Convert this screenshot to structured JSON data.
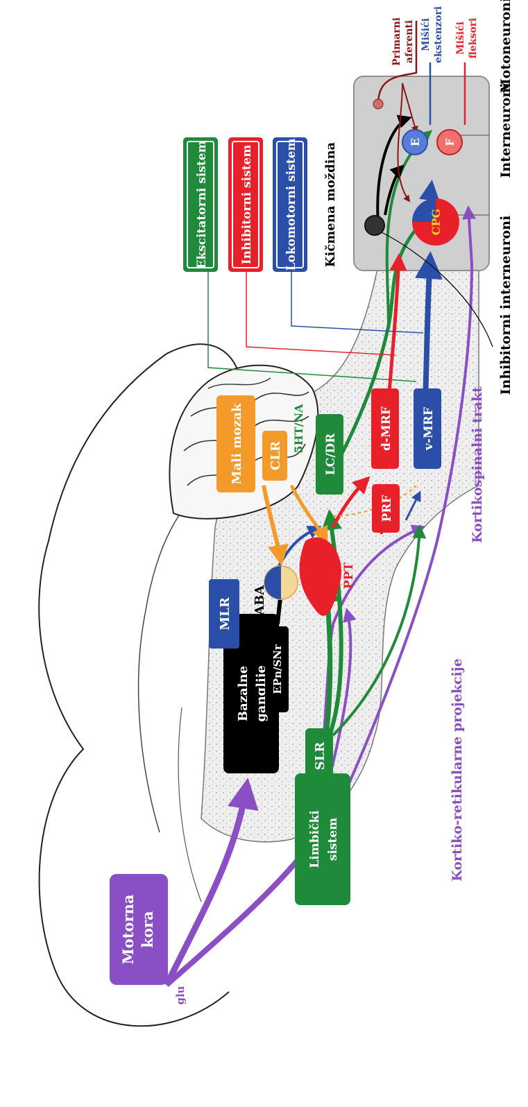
{
  "boxes": {
    "motorna_kora": "Motorna kora",
    "bazalne_ganglije": "Bazalne ganglije",
    "limbicki_sistem": "Limbički sistem",
    "slr": "SLR",
    "epn_snr": "EPn/SNr",
    "mlr": "MLR",
    "mali_mozak": "Mali mozak",
    "clr": "CLR",
    "lc_dr": "LC/DR",
    "prf": "PRF",
    "d_mrf": "d-MRF",
    "v_mrf": "v-MRF",
    "eksc_sistem": "Ekscitatorni sistem",
    "inhib_sistem": "Inhibitorni sistem",
    "lokom_sistem": "Lokomotorni sistem",
    "cpg": "CPG",
    "e_neuron": "E",
    "f_neuron": "F"
  },
  "labels": {
    "glu": "glu",
    "gaba": "GABA",
    "ppt": "PPT",
    "ht_na": "5HT/NA",
    "kicmena_mozdina": "Kičmena moždina",
    "kortiko_retikularne": "Kortiko-retikularne projekcije",
    "kortikospinalni": "Kortikospinalni trakt",
    "inhib_interneuroni": "Inhibitorni interneuroni",
    "interneuroni": "Interneuroni",
    "motoneuroni": "Motoneuroni",
    "primarni_aferenti": "Primarni aferenti",
    "misici_ekstenzori": "Mišići ekstenzori",
    "misici_fleksori": "Mišići fleksori"
  },
  "colors": {
    "purple": "#8a4fc4",
    "black": "#000000",
    "green": "#1f8a3a",
    "blue": "#2b4fa8",
    "orange": "#f39a2a",
    "red": "#e8202a",
    "darkred": "#8b1515",
    "gray": "#bdbdbd"
  }
}
